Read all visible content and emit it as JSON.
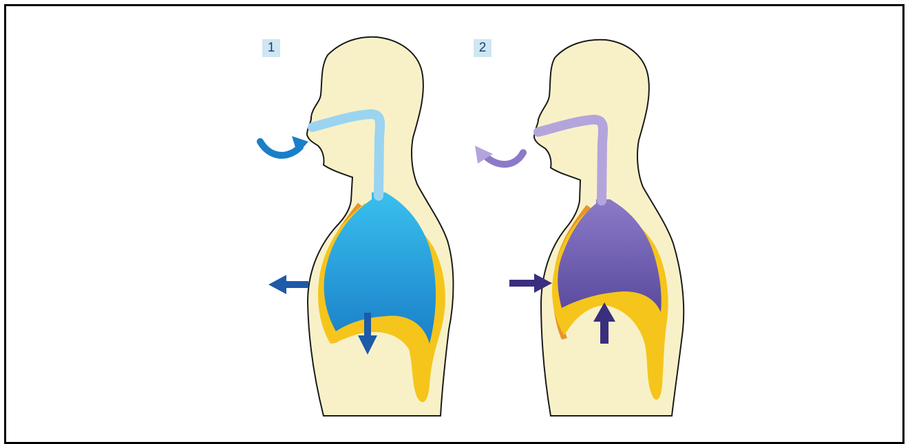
{
  "panels": [
    {
      "label": "1",
      "phase": "inhale"
    },
    {
      "label": "2",
      "phase": "exhale"
    }
  ],
  "colors": {
    "body_fill": "#f8f1c8",
    "body_outline": "#1a1a1a",
    "diaphragm_yellow": "#f5c51b",
    "rib_orange": "#e8942a",
    "inhale_light": "#39c0ee",
    "inhale_dark": "#1a7fc8",
    "inhale_airway": "#9ad4f0",
    "exhale_light": "#8c7ac8",
    "exhale_dark": "#5a4a9e",
    "exhale_airway": "#b3a5dc",
    "arrow_inhale": "#1d5aa8",
    "arrow_exhale": "#3a2f7e"
  },
  "icons": {
    "inhale_air": "curved-arrow-inward-icon",
    "exhale_air": "curved-arrow-outward-icon",
    "chest_expand": "arrow-left-icon",
    "diaphragm_down": "arrow-down-icon",
    "chest_contract": "arrow-right-icon",
    "diaphragm_up": "arrow-up-icon"
  }
}
